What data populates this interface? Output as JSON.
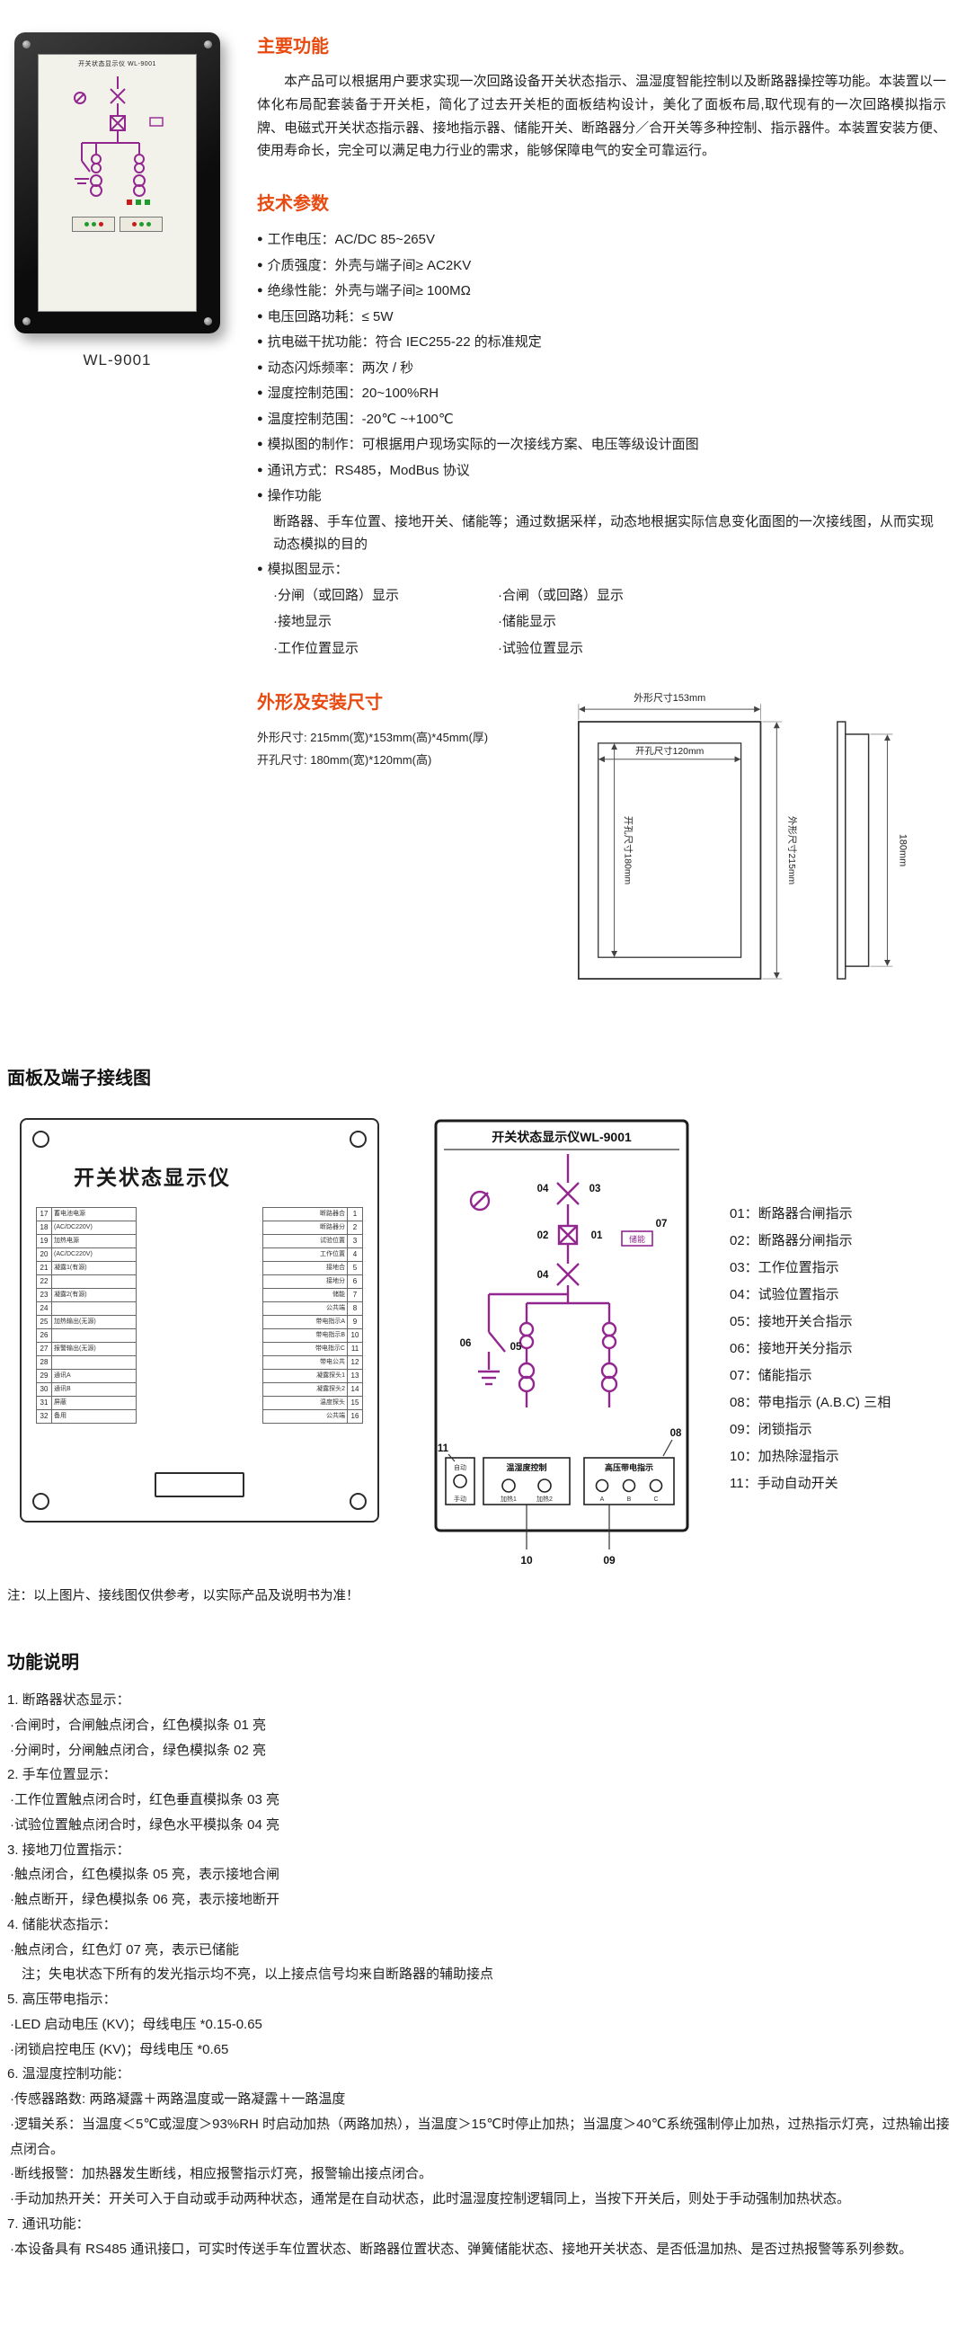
{
  "colors": {
    "accent": "#e84a10",
    "diagram_purple": "#92278f"
  },
  "photo": {
    "screen_title": "开关状态显示仪 WL-9001",
    "caption": "WL-9001"
  },
  "main_functions": {
    "title": "主要功能",
    "body": "本产品可以根据用户要求实现一次回路设备开关状态指示、温湿度智能控制以及断路器操控等功能。本装置以一体化布局配套装备于开关柜，简化了过去开关柜的面板结构设计，美化了面板布局,取代现有的一次回路模拟指示牌、电磁式开关状态指示器、接地指示器、储能开关、断路器分／合开关等多种控制、指示器件。本装置安装方便、使用寿命长，完全可以满足电力行业的需求，能够保障电气的安全可靠运行。"
  },
  "tech_params": {
    "title": "技术参数",
    "items": [
      "工作电压：AC/DC 85~265V",
      "介质强度：外壳与端子间≥ AC2KV",
      "绝缘性能：外壳与端子间≥ 100MΩ",
      "电压回路功耗：≤ 5W",
      "抗电磁干扰功能：符合 IEC255-22 的标准规定",
      "动态闪烁频率：两次 / 秒",
      "湿度控制范围：20~100%RH",
      "温度控制范围：-20℃ ~+100℃",
      "模拟图的制作：可根据用户现场实际的一次接线方案、电压等级设计面图",
      "通讯方式：RS485，ModBus 协议",
      "操作功能"
    ],
    "operation_note": "断路器、手车位置、接地开关、储能等；通过数据采样，动态地根据实际信息变化面图的一次接线图，从而实现动态模拟的目的",
    "mimic_title": "模拟图显示：",
    "mimic_items": [
      "·分闸（或回路）显示",
      "·合闸（或回路）显示",
      "·接地显示",
      "·储能显示",
      "·工作位置显示",
      "·试验位置显示"
    ]
  },
  "dimensions": {
    "title": "外形及安装尺寸",
    "overall": "外形尺寸: 215mm(宽)*153mm(高)*45mm(厚)",
    "cutout": "开孔尺寸: 180mm(宽)*120mm(高)",
    "labels": {
      "top_outer": "外形尺寸153mm",
      "top_inner": "开孔尺寸120mm",
      "left_inner": "开孔尺寸180mm",
      "right_outer": "外形尺寸215mm",
      "side": "180mm"
    }
  },
  "wiring": {
    "title": "面板及端子接线图",
    "rear": {
      "title": "开关状态显示仪",
      "left_terminals": [
        {
          "n": "17",
          "t": "蓄电池电源"
        },
        {
          "n": "18",
          "t": "(AC/DC220V)"
        },
        {
          "n": "19",
          "t": "加热电源"
        },
        {
          "n": "20",
          "t": "(AC/DC220V)"
        },
        {
          "n": "21",
          "t": "凝露1(有源)"
        },
        {
          "n": "22",
          "t": ""
        },
        {
          "n": "23",
          "t": "凝露2(有源)"
        },
        {
          "n": "24",
          "t": ""
        },
        {
          "n": "25",
          "t": "加热输出(无源)"
        },
        {
          "n": "26",
          "t": ""
        },
        {
          "n": "27",
          "t": "报警输出(无源)"
        },
        {
          "n": "28",
          "t": ""
        },
        {
          "n": "29",
          "t": "通讯A"
        },
        {
          "n": "30",
          "t": "通讯B"
        },
        {
          "n": "31",
          "t": "屏蔽"
        },
        {
          "n": "32",
          "t": "备用"
        }
      ],
      "right_terminals": [
        {
          "n": "1",
          "t": "断路器合"
        },
        {
          "n": "2",
          "t": "断路器分"
        },
        {
          "n": "3",
          "t": "试验位置"
        },
        {
          "n": "4",
          "t": "工作位置"
        },
        {
          "n": "5",
          "t": "接地合"
        },
        {
          "n": "6",
          "t": "接地分"
        },
        {
          "n": "7",
          "t": "储能"
        },
        {
          "n": "8",
          "t": "公共端"
        },
        {
          "n": "9",
          "t": "带电指示A"
        },
        {
          "n": "10",
          "t": "带电指示B"
        },
        {
          "n": "11",
          "t": "带电指示C"
        },
        {
          "n": "12",
          "t": "带电公共"
        },
        {
          "n": "13",
          "t": "凝露探头1"
        },
        {
          "n": "14",
          "t": "凝露探头2"
        },
        {
          "n": "15",
          "t": "温度探头"
        },
        {
          "n": "16",
          "t": "公共端"
        }
      ]
    },
    "front": {
      "title": "开关状态显示仪WL-9001",
      "storage": "储能",
      "temp_box": "温湿度控制",
      "heat1": "加热1",
      "heat2": "加热2",
      "hv_box": "高压带电指示",
      "phase_a": "A",
      "phase_b": "B",
      "phase_c": "C",
      "auto": "自动",
      "manual": "手动",
      "marks": [
        "04",
        "03",
        "02",
        "01",
        "04",
        "07",
        "06",
        "05",
        "08",
        "11",
        "10",
        "09"
      ]
    },
    "callouts": [
      "01：断路器合闸指示",
      "02：断路器分闸指示",
      "03：工作位置指示",
      "04：试验位置指示",
      "05：接地开关合指示",
      "06：接地开关分指示",
      "07：储能指示",
      "08：带电指示 (A.B.C) 三相",
      "09：闭锁指示",
      "10：加热除湿指示",
      "11：手动自动开关"
    ],
    "note": "注：以上图片、接线图仅供参考，以实际产品及说明书为准！"
  },
  "features": {
    "title": "功能说明",
    "rows": [
      {
        "c": "h",
        "t": "1. 断路器状态显示："
      },
      {
        "c": "l",
        "t": "·合闸时，合闸触点闭合，红色模拟条 01 亮"
      },
      {
        "c": "l",
        "t": "·分闸时，分闸触点闭合，绿色模拟条 02 亮"
      },
      {
        "c": "h",
        "t": "2. 手车位置显示："
      },
      {
        "c": "l",
        "t": "·工作位置触点闭合时，红色垂直模拟条 03 亮"
      },
      {
        "c": "l",
        "t": "·试验位置触点闭合时，绿色水平模拟条 04 亮"
      },
      {
        "c": "h",
        "t": "3. 接地刀位置指示："
      },
      {
        "c": "l",
        "t": "·触点闭合，红色模拟条 05 亮，表示接地合闸"
      },
      {
        "c": "l",
        "t": "·触点断开，绿色模拟条 06 亮，表示接地断开"
      },
      {
        "c": "h",
        "t": "4. 储能状态指示："
      },
      {
        "c": "l",
        "t": "·触点闭合，红色灯 07 亮，表示已储能"
      },
      {
        "c": "n",
        "t": "注；失电状态下所有的发光指示均不亮，以上接点信号均来自断路器的辅助接点"
      },
      {
        "c": "h",
        "t": "5. 高压带电指示："
      },
      {
        "c": "l",
        "t": "·LED 启动电压 (KV)；母线电压 *0.15-0.65"
      },
      {
        "c": "l",
        "t": "·闭锁启控电压 (KV)；母线电压 *0.65"
      },
      {
        "c": "h",
        "t": "6. 温湿度控制功能："
      },
      {
        "c": "l",
        "t": "·传感器路数: 两路凝露＋两路温度或一路凝露＋一路温度"
      },
      {
        "c": "l",
        "t": "·逻辑关系：当温度＜5℃或湿度＞93%RH 时启动加热（两路加热），当温度＞15℃时停止加热；当温度＞40℃系统强制停止加热，过热指示灯亮，过热输出接点闭合。"
      },
      {
        "c": "l",
        "t": "·断线报警：加热器发生断线，相应报警指示灯亮，报警输出接点闭合。"
      },
      {
        "c": "l",
        "t": "·手动加热开关：开关可入于自动或手动两种状态，通常是在自动状态，此时温湿度控制逻辑同上，当按下开关后，则处于手动强制加热状态。"
      },
      {
        "c": "h",
        "t": "7. 通讯功能："
      },
      {
        "c": "l",
        "t": "·本设备具有 RS485 通讯接口，可实时传送手车位置状态、断路器位置状态、弹簧储能状态、接地开关状态、是否低温加热、是否过热报警等系列参数。"
      }
    ]
  }
}
